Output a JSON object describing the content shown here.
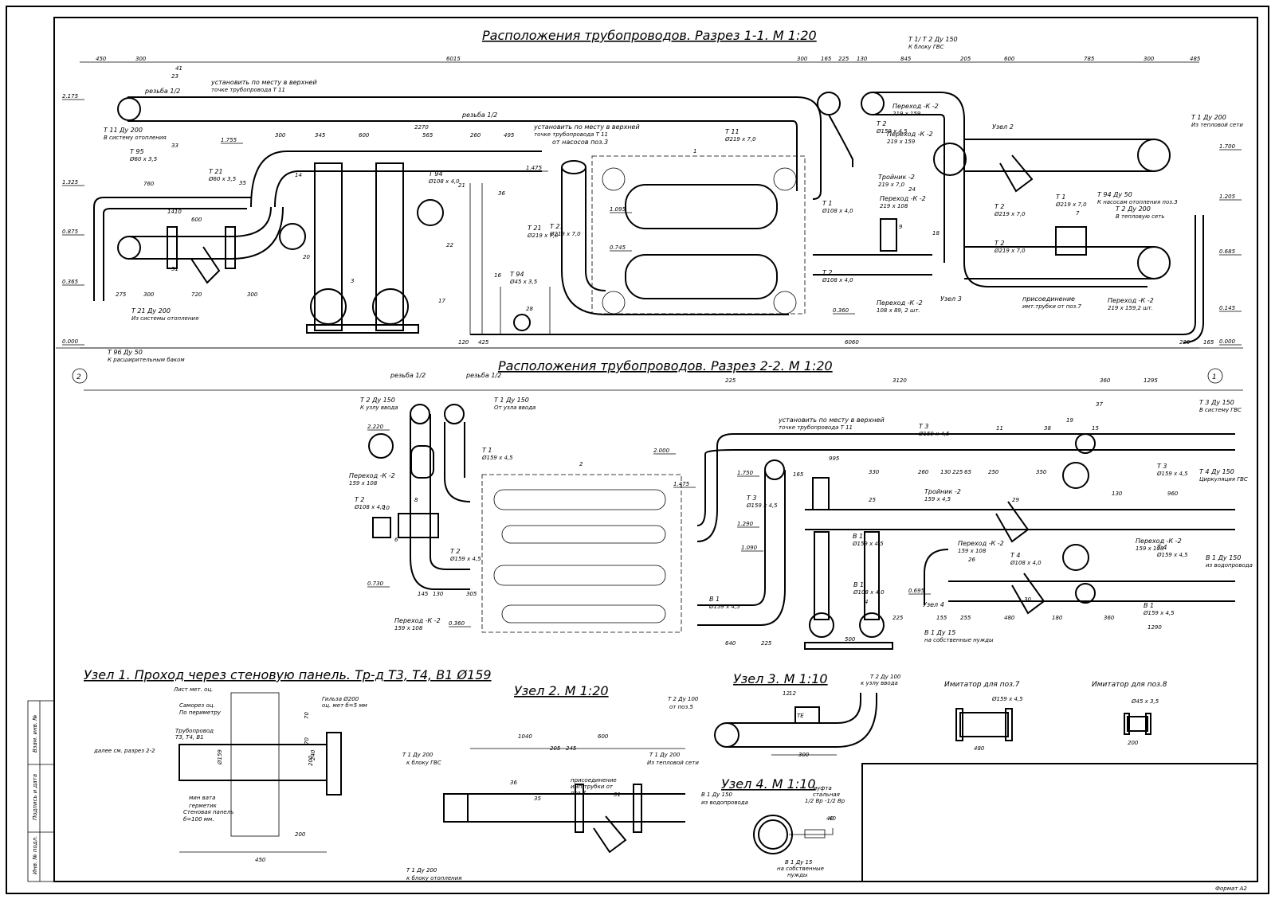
{
  "titles": {
    "section1": "Расположения трубопроводов. Разрез  1-1.  М  1:20",
    "section2": "Расположения трубопроводов. Разрез  2-2.  М  1:20",
    "node1": "Узел  1.  Проход через стеновую панель. Тр-д Т3,  Т4,  В1 Ø159",
    "node2": "Узел  2. М  1:20",
    "node3": "Узел  3. М  1:10",
    "node4": "Узел  4.  М  1:10",
    "imitator7": "Имитатор для поз.7",
    "imitator8": "Имитатор для поз.8"
  },
  "section_markers": {
    "left": "2",
    "right": "1"
  },
  "format": "Формат А2",
  "side_stamp": [
    "Инв. № подл.",
    "Подпись и дата",
    "Взам. инв. №"
  ],
  "dims_top": [
    "450",
    "300",
    "6015",
    "300",
    "165",
    "225",
    "130",
    "845",
    "205",
    "600",
    "785",
    "300",
    "485"
  ],
  "dims_mid": [
    "300",
    "345",
    "600",
    "565",
    "260",
    "495",
    "2270"
  ],
  "dims_lower": [
    "1410",
    "600",
    "760",
    "275",
    "300",
    "720",
    "300"
  ],
  "dims_bottom": [
    "120",
    "425",
    "6060",
    "220",
    "165"
  ],
  "dims_sec2_top": [
    "225",
    "3120",
    "360",
    "1295"
  ],
  "dims_sec2_mid": [
    "995",
    "330",
    "260",
    "130",
    "225",
    "65",
    "250",
    "350",
    "165",
    "960",
    "130"
  ],
  "dims_sec2_low": [
    "145",
    "130",
    "305",
    "640",
    "225",
    "500",
    "225",
    "155",
    "255",
    "480",
    "180",
    "360",
    "1290"
  ],
  "levels_left": [
    "2.175",
    "1.325",
    "0.875",
    "0.365",
    "0.000"
  ],
  "levels_right": [
    "1.700",
    "1.205",
    "0.685",
    "0.145",
    "0.000"
  ],
  "levels_inner": [
    "1.755",
    "1.475",
    "1.095",
    "0.745",
    "0.360"
  ],
  "levels_sec2": [
    "2.220",
    "2.000",
    "1.750",
    "1.475",
    "1.290",
    "1.090",
    "0.730",
    "0.695",
    "0.360"
  ],
  "labels_s1": [
    {
      "id": "t11-heat",
      "text": "Т 11  Ду 200",
      "sub": "В систему отопления"
    },
    {
      "id": "t95",
      "text": "Т 95",
      "sub": "Ø60 x 3,5"
    },
    {
      "id": "t21a",
      "text": "Т 21",
      "sub": "Ø60 x 3,5"
    },
    {
      "id": "t21b",
      "text": "Т 21  Ду 200",
      "sub": "Из системы отопления"
    },
    {
      "id": "t96",
      "text": "Т 96  Ду 50",
      "sub": "К расширительным баком"
    },
    {
      "id": "rezba1",
      "text": "резьба  1/2",
      "sub": ""
    },
    {
      "id": "install1",
      "text": "установить по месту в верхней",
      "sub": "точке трубопровода  Т 11"
    },
    {
      "id": "rezba2",
      "text": "резьба  1/2",
      "sub": ""
    },
    {
      "id": "install2",
      "text": "установить по месту в верхней",
      "sub": "точке трубопровода  Т 11"
    },
    {
      "id": "install2b",
      "text": "от насосов поз.3",
      "sub": ""
    },
    {
      "id": "t11a",
      "text": "Т 11",
      "sub": "Ø219 x 7,0"
    },
    {
      "id": "t94a",
      "text": "Т 94",
      "sub": "Ø108 x 4,0"
    },
    {
      "id": "t94b",
      "text": "Т 94",
      "sub": "Ø45 x 3,5"
    },
    {
      "id": "t21c",
      "text": "Т 21",
      "sub": "Ø219 x 7,0"
    },
    {
      "id": "t21d",
      "text": "Т 21",
      "sub": "Ø219 x 7,0"
    },
    {
      "id": "t1t2",
      "text": "Т 1/ Т 2  Ду 150",
      "sub": "К блоку ГВС"
    },
    {
      "id": "t2a",
      "text": "Т 2",
      "sub": "Ø159 x 4,5"
    },
    {
      "id": "perK2a",
      "text": "Переход -К -2",
      "sub": "219 x 159"
    },
    {
      "id": "perK2b",
      "text": "Переход -К -2",
      "sub": "219 x 159"
    },
    {
      "id": "troinik",
      "text": "Тройник -2",
      "sub": "219 x 7,0"
    },
    {
      "id": "uzel2",
      "text": "Узел  2",
      "sub": ""
    },
    {
      "id": "t2b",
      "text": "Т 2",
      "sub": "Ø219 x 7,0"
    },
    {
      "id": "t2c",
      "text": "Т 2",
      "sub": "Ø219 x 7,0"
    },
    {
      "id": "t1a",
      "text": "Т 1",
      "sub": "Ø219 x 7,0"
    },
    {
      "id": "t1heat",
      "text": "Т 1  Ду 200",
      "sub": "Из тепловой сети"
    },
    {
      "id": "t94c",
      "text": "Т 94  Ду 50",
      "sub": "К насосам отопления поз.3"
    },
    {
      "id": "t2net",
      "text": "Т 2  Ду 200",
      "sub": "В тепловую сеть"
    },
    {
      "id": "t1b",
      "text": "Т 1",
      "sub": "Ø108 x 4,0"
    },
    {
      "id": "perK2c",
      "text": "Переход -К -2",
      "sub": "219 x 108"
    },
    {
      "id": "t2d",
      "text": "Т 2",
      "sub": "Ø108 x 4,0"
    },
    {
      "id": "perK2d",
      "text": "Переход -К -2",
      "sub": "108 x 89, 2 шт."
    },
    {
      "id": "uzel3",
      "text": "Узел  3",
      "sub": ""
    },
    {
      "id": "prisoed",
      "text": "присоединение",
      "sub": "имт.трубки от поз.7"
    },
    {
      "id": "perK2e",
      "text": "Переход -К -2",
      "sub": "219 x 159,2 шт."
    }
  ],
  "labels_s2": [
    {
      "id": "t2in",
      "text": "Т 2  Ду 150",
      "sub": "К узлу ввода"
    },
    {
      "id": "t1in",
      "text": "Т 1  Ду 150",
      "sub": "От узла ввода"
    },
    {
      "id": "t1s2",
      "text": "Т 1",
      "sub": "Ø159 x 4,5"
    },
    {
      "id": "perK2f",
      "text": "Переход -К -2",
      "sub": "159 x 108"
    },
    {
      "id": "t2e",
      "text": "Т 2",
      "sub": "Ø108 x 4,0"
    },
    {
      "id": "t2f",
      "text": "Т 2",
      "sub": "Ø159 x 4,5"
    },
    {
      "id": "perK2g",
      "text": "Переход -К -2",
      "sub": "159 x 108"
    },
    {
      "id": "rezba3",
      "text": "резьба  1/2",
      "sub": ""
    },
    {
      "id": "rezba4",
      "text": "резьба  1/2",
      "sub": ""
    },
    {
      "id": "install3",
      "text": "установить по месту в верхней",
      "sub": "точке трубопровода  Т 11"
    },
    {
      "id": "t3a",
      "text": "Т 3",
      "sub": "Ø159 x 4,5"
    },
    {
      "id": "t3gvs",
      "text": "Т 3  Ду 150",
      "sub": "В систему ГВС"
    },
    {
      "id": "t3b",
      "text": "Т 3",
      "sub": "Ø159 x 4,5"
    },
    {
      "id": "t4circ",
      "text": "Т 4  Ду 150",
      "sub": "Циркуляция ГВС"
    },
    {
      "id": "t3c",
      "text": "Т 3",
      "sub": "Ø159 x 4,5"
    },
    {
      "id": "troinik2",
      "text": "Тройник -2",
      "sub": "159 x 4,5"
    },
    {
      "id": "t4a",
      "text": "Т 4",
      "sub": "Ø108 x 4,0"
    },
    {
      "id": "perK2h",
      "text": "Переход -К -2",
      "sub": "159 x 108"
    },
    {
      "id": "perK2i",
      "text": "Переход -К -2",
      "sub": "159 x 108"
    },
    {
      "id": "t4b",
      "text": "Т 4",
      "sub": "Ø159 x 4,5"
    },
    {
      "id": "b1water",
      "text": "В 1  Ду 150",
      "sub": "из водопровода"
    },
    {
      "id": "b1a",
      "text": "В 1",
      "sub": "Ø159 x 4,5"
    },
    {
      "id": "b1b",
      "text": "В 1",
      "sub": "Ø159 x 4,5"
    },
    {
      "id": "b1c",
      "text": "В 1",
      "sub": "Ø108 x 4,0"
    },
    {
      "id": "b1d",
      "text": "В 1",
      "sub": "Ø159 x 4,5"
    },
    {
      "id": "uzel4",
      "text": "Узел  4",
      "sub": ""
    },
    {
      "id": "b1own",
      "text": "В 1  Ду 15",
      "sub": "на собственные нужды"
    }
  ],
  "node1": {
    "labels": [
      "Лист мет. оц.",
      "Саморез оц.",
      "По периметру",
      "Трубопровод",
      "Т3,  Т4,  В1",
      "далее см. разрез 2-2",
      "мин вата",
      "герметик",
      "Стеновая панель",
      "б=100 мм.",
      "Гильза  Ø200",
      "оц. мет б=5 мм"
    ],
    "dims": [
      "450",
      "200",
      "Ø159",
      "200",
      "240",
      "70",
      "70"
    ]
  },
  "node2": {
    "labels": [
      "Т 1  Ду 200",
      "к блоку ГВС",
      "Т 1  Ду 200",
      "Из тепловой сети",
      "Т 1  Ду 200",
      "к блоку отопления",
      "присоединение",
      "имп.трубки от",
      "поз.7"
    ],
    "dims": [
      "1040",
      "600",
      "205",
      "245",
      "36",
      "35",
      "31"
    ]
  },
  "node3": {
    "labels": [
      "Т 2  Ду 100",
      "от поз.5",
      "Т 2  Ду 100",
      "к узлу ввода",
      "ТЕ"
    ],
    "dims": [
      "12",
      "300"
    ]
  },
  "node4": {
    "labels": [
      "В 1  Ду 150",
      "из водопровода",
      "муфта",
      "стальная",
      "1/2 Вр -1/2 Вр",
      "В 1  Ду 15",
      "на собственные",
      "нужды"
    ],
    "dims": [
      "40"
    ]
  },
  "imitators": {
    "p7": {
      "size": "Ø159 x 4,5",
      "len": "480"
    },
    "p8": {
      "size": "Ø45 x 3,5",
      "len": "200"
    }
  },
  "positions": [
    "41",
    "23",
    "33",
    "14",
    "35",
    "31",
    "20",
    "3",
    "17",
    "22",
    "36",
    "21",
    "16",
    "28",
    "1",
    "2",
    "9",
    "18",
    "7",
    "24",
    "10",
    "8",
    "6",
    "19",
    "11",
    "38",
    "37",
    "15",
    "25",
    "29",
    "26",
    "30",
    "4",
    "12",
    "40"
  ]
}
